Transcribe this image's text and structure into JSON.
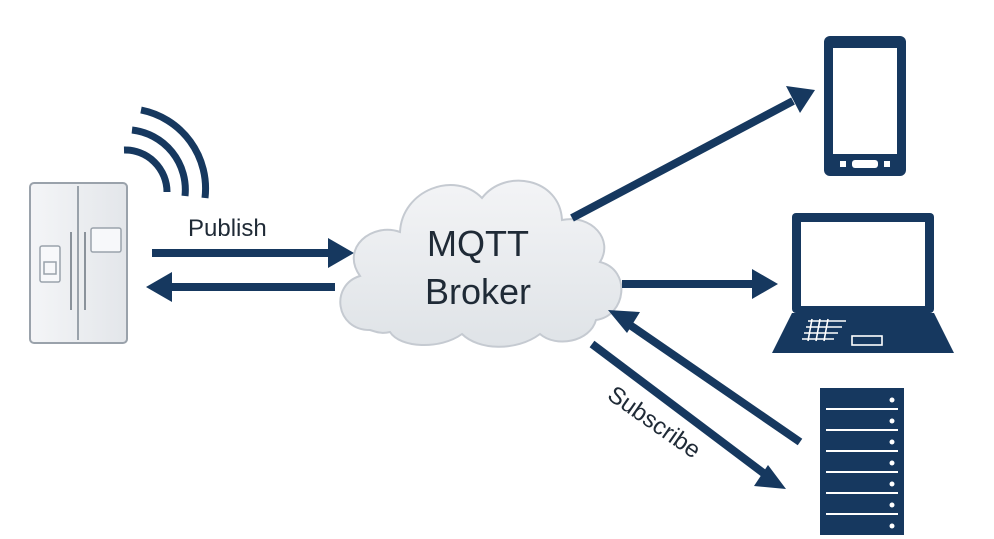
{
  "diagram": {
    "broker": {
      "line1": "MQTT",
      "line2": "Broker"
    },
    "publish_label": "Publish",
    "subscribe_label": "Subscribe",
    "icons": [
      "fridge-icon",
      "wifi-signal-icon",
      "cloud-icon",
      "smartphone-icon",
      "laptop-icon",
      "server-rack-icon"
    ],
    "colors": {
      "arrow": "#16385f",
      "device": "#16385f",
      "cloud_fill": "#e6e9ed",
      "cloud_stroke": "#c9ced5",
      "fridge_fill": "#eef0f2",
      "fridge_stroke": "#aab1b9",
      "text": "#1f2a36"
    }
  }
}
